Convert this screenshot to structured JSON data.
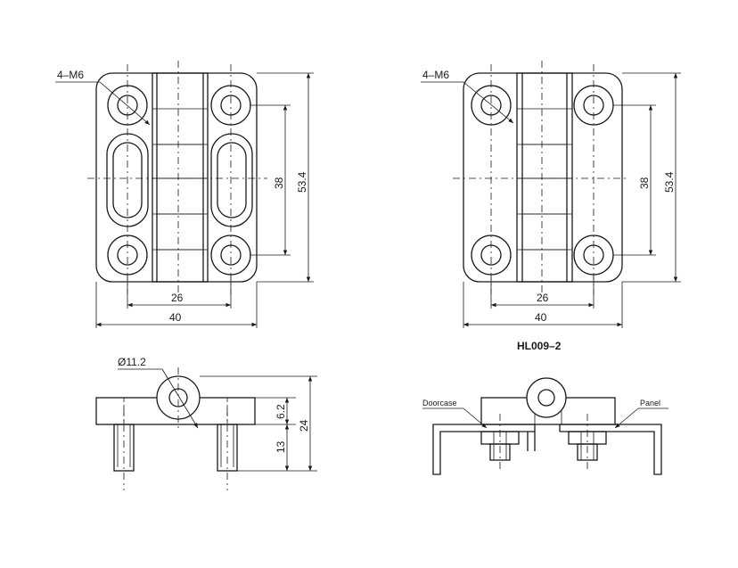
{
  "left_top": {
    "thread_label": "4–M6",
    "dim_26": "26",
    "dim_40": "40",
    "dim_38": "38",
    "dim_534": "53.4"
  },
  "right_top": {
    "thread_label": "4–M6",
    "dim_26": "26",
    "dim_40": "40",
    "dim_38": "38",
    "dim_534": "53.4",
    "model": "HL009–2"
  },
  "left_side": {
    "dia_label": "Ø11.2",
    "dim_62": "6.2",
    "dim_24": "24",
    "dim_13": "13"
  },
  "right_side": {
    "doorcase_label": "Doorcase",
    "panel_label": "Panel"
  }
}
